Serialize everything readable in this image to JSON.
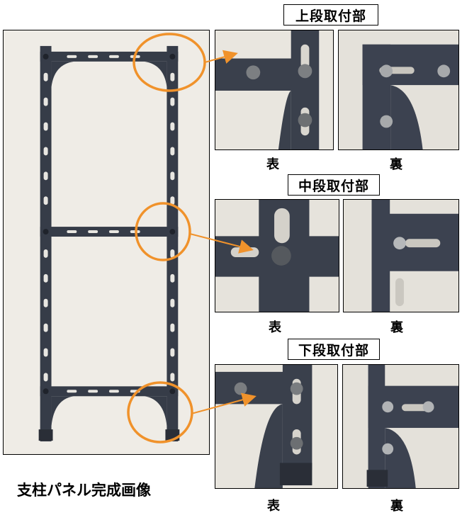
{
  "sections": [
    {
      "title": "上段取付部",
      "front_label": "表",
      "back_label": "裏"
    },
    {
      "title": "中段取付部",
      "front_label": "表",
      "back_label": "裏"
    },
    {
      "title": "下段取付部",
      "front_label": "表",
      "back_label": "裏"
    }
  ],
  "main_photo": {
    "caption": "支柱パネル完成画像"
  },
  "colors": {
    "highlight_circle": "#f0922b",
    "panel_metal": "#363c48",
    "background_wall": "#f3f1ec",
    "photo_border": "#000000"
  }
}
